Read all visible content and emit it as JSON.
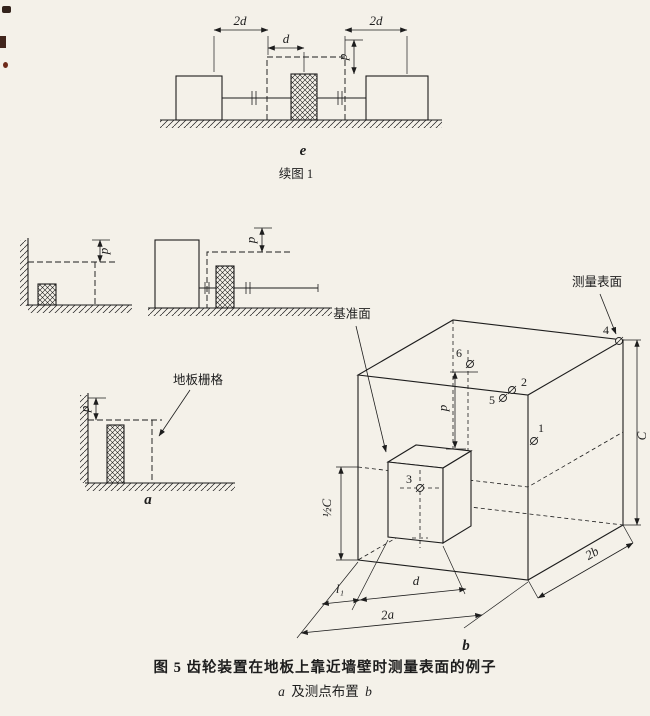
{
  "fig_e": {
    "label": "e",
    "subcaption": "续图 1",
    "dim_2d_left": "2d",
    "dim_d": "d",
    "dim_2d_right": "2d",
    "dim_p": "p"
  },
  "fig_a": {
    "label": "a",
    "floor_grid_label": "地板栅格",
    "dim_p_wall": "p",
    "dim_p_machines": "p",
    "dim_p_column": "p"
  },
  "fig_b": {
    "label": "b",
    "ref_plane_label": "基准面",
    "meas_surface_label": "测量表面",
    "dim_C": "C",
    "dim_half_C": "½C",
    "dim_2b": "2b",
    "dim_2a": "2a",
    "dim_d": "d",
    "dim_l1": "l₁",
    "dim_p": "p",
    "points": {
      "p1": "1",
      "p2": "2",
      "p3": "3",
      "p4": "4",
      "p5": "5",
      "p6": "6"
    }
  },
  "caption": {
    "line1": "图 5  齿轮装置在地板上靠近墙壁时测量表面的例子",
    "part_a": "a",
    "middle": " 及测点布置 ",
    "part_b": "b"
  }
}
